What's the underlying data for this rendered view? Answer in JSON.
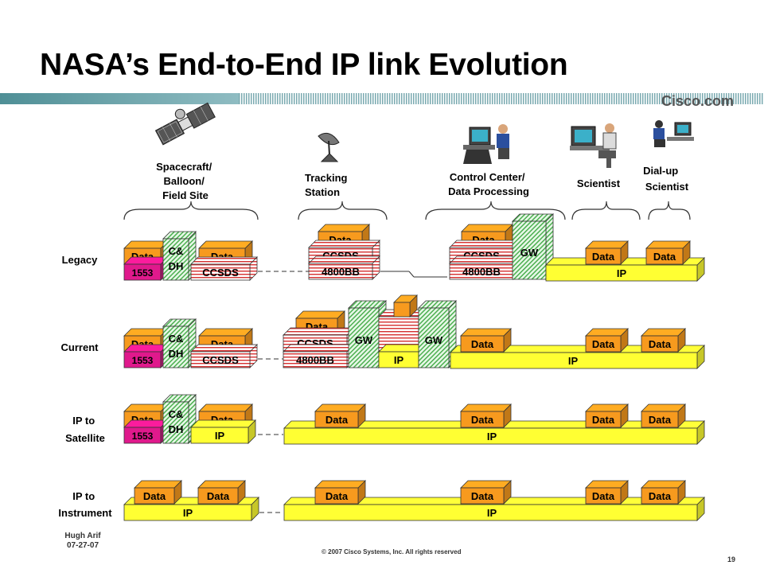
{
  "title": "NASA’s End-to-End IP link Evolution",
  "logo": "Cisco.com",
  "colors": {
    "data_box": "#f79a1e",
    "pink_1553": "#e0198c",
    "gw_green": "#c8eec8",
    "ccsds_red": "#d53030",
    "ip_yellow": "#ffff33",
    "teal_band": "#5f9ea4"
  },
  "locations": [
    {
      "label": "Spacecraft/ Balloon/ Field Site",
      "icon": "satellite-icon"
    },
    {
      "label": "Tracking Station",
      "icon": "antenna-dish-icon"
    },
    {
      "label": "Control Center/ Data Processing",
      "icon": "control-center-workstation-icon"
    },
    {
      "label": "Scientist",
      "icon": "scientist-workstation-icon"
    },
    {
      "label": "Dial-up Scientist",
      "icon": "dialup-scientist-icon"
    }
  ],
  "rows": [
    {
      "label": "Legacy"
    },
    {
      "label": "Current"
    },
    {
      "label": "IP to Satellite"
    },
    {
      "label": "IP to Instrument"
    }
  ],
  "box_labels": {
    "data": "Data",
    "ccsds": "CCSDS",
    "bb4800": "4800BB",
    "n1553": "1553",
    "cdh": "C& DH",
    "gw": "GW",
    "ip": "IP"
  },
  "footer": {
    "author": "Hugh Arif",
    "date": "07-27-07",
    "copyright": "© 2007 Cisco Systems, Inc. All rights reserved",
    "page": "19"
  }
}
